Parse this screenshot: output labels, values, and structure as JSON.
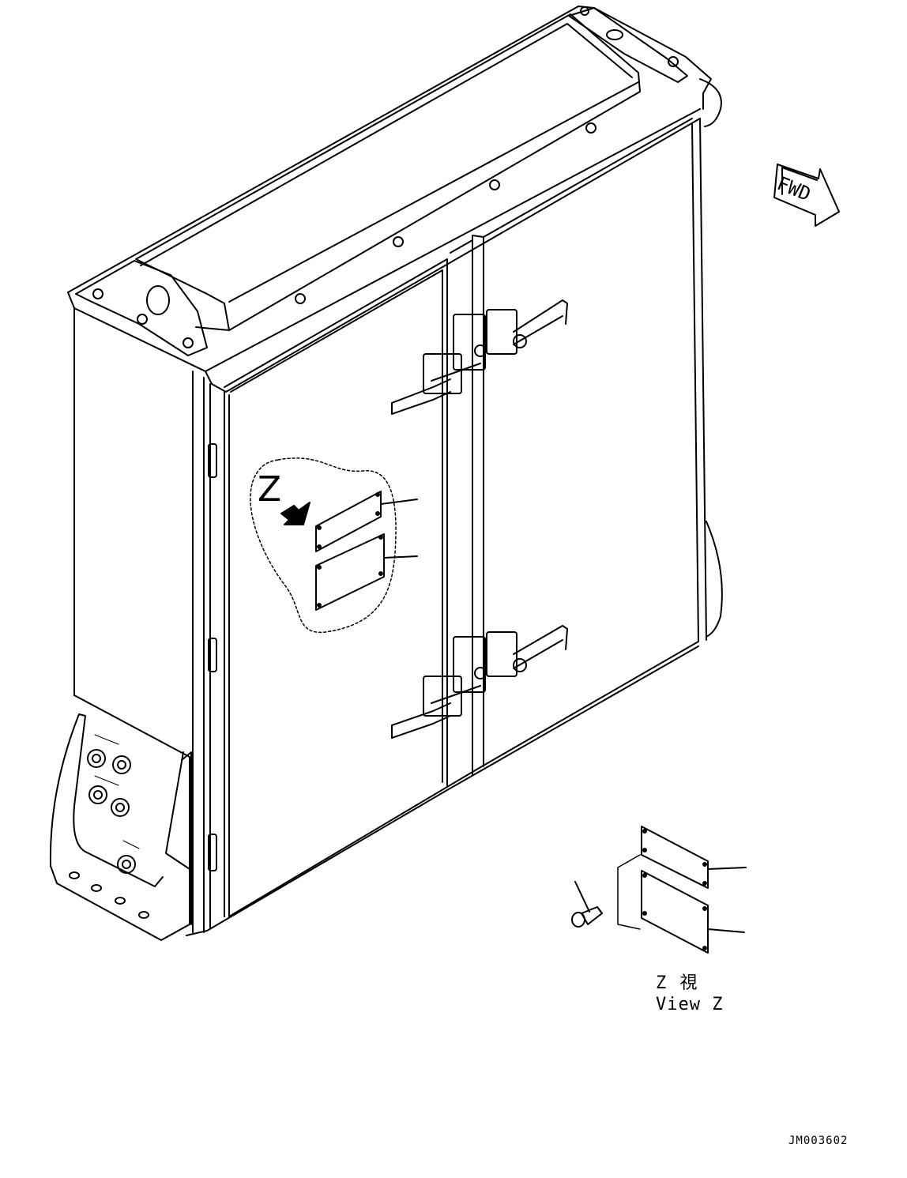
{
  "labels": {
    "fwd": "FWD",
    "detail_marker": "Z",
    "view_title_jp": "Z 視",
    "view_title_en": "View Z",
    "drawing_code": "JM003602"
  },
  "icons": {
    "direction": "fwd-arrow-icon",
    "view_pointer": "view-arrow-icon"
  },
  "colors": {
    "line": "#000000",
    "background": "#ffffff"
  }
}
